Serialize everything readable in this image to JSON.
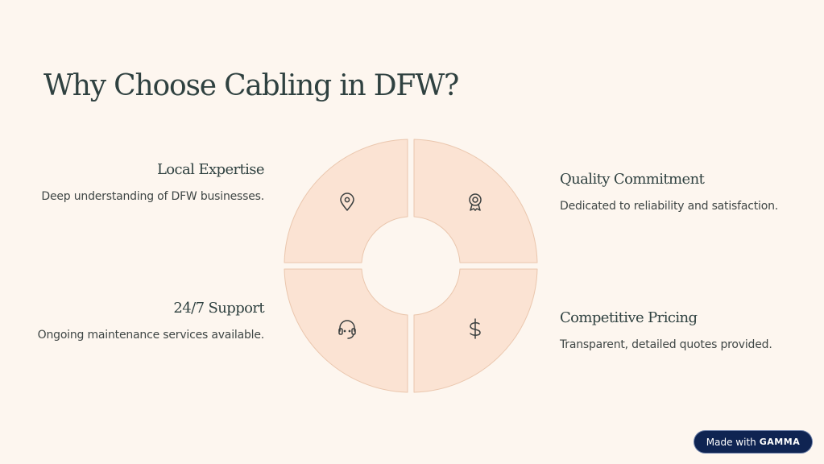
{
  "title": "Why Choose Cabling in DFW?",
  "items": [
    {
      "heading": "Local Expertise",
      "text": "Deep understanding of DFW businesses.",
      "icon": "map-pin-icon"
    },
    {
      "heading": "Quality Commitment",
      "text": "Dedicated to reliability and satisfaction.",
      "icon": "award-ribbon-icon"
    },
    {
      "heading": "24/7 Support",
      "text": "Ongoing maintenance services available.",
      "icon": "headset-icon"
    },
    {
      "heading": "Competitive Pricing",
      "text": "Transparent, detailed quotes provided.",
      "icon": "dollar-icon"
    }
  ],
  "badge": {
    "prefix": "Made with",
    "brand": "GAMMA"
  },
  "colors": {
    "background": "#fdf6ef",
    "segment_fill": "#fbe3d3",
    "segment_stroke": "#eac6ad",
    "title": "#2f4140",
    "badge": "#0f2452"
  }
}
